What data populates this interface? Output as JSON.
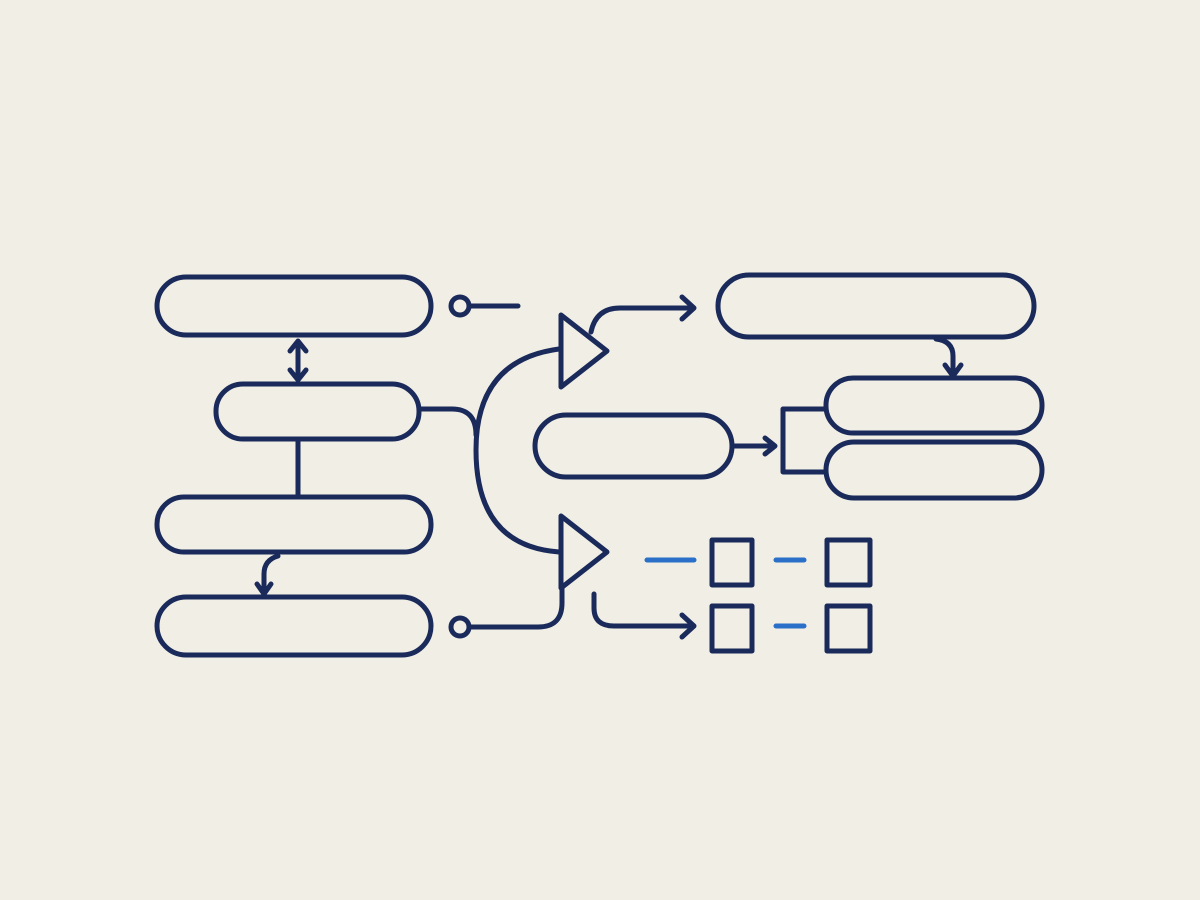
{
  "colors": {
    "background": "#f0eee5",
    "line": "#1a2a5a",
    "accent": "#2a70c8"
  },
  "icons": {
    "connector_dot": "hollow-circle",
    "arrowhead": "open-chevron-arrow",
    "triangle": "outlined-triangle",
    "square": "outlined-square"
  }
}
